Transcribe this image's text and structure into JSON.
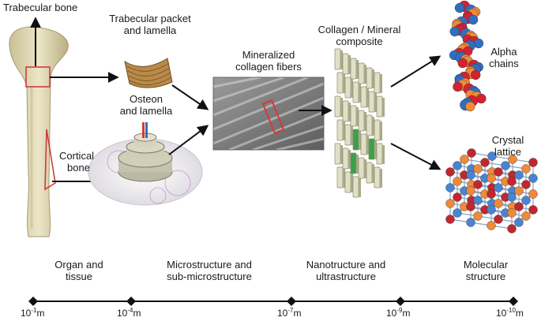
{
  "labels": {
    "trabecular_bone": "Trabecular bone",
    "trabecular_packet_l1": "Trabecular packet",
    "trabecular_packet_l2": "and lamella",
    "osteon_l1": "Osteon",
    "osteon_l2": "and lamella",
    "cortical_l1": "Cortical",
    "cortical_l2": "bone",
    "mineralized_l1": "Mineralized",
    "mineralized_l2": "collagen fibers",
    "collagen_l1": "Collagen / Mineral",
    "collagen_l2": "composite",
    "alpha_l1": "Alpha",
    "alpha_l2": "chains",
    "crystal_l1": "Crystal",
    "crystal_l2": "lattice"
  },
  "scale_levels": [
    {
      "l1": "Organ and",
      "l2": "tissue"
    },
    {
      "l1": "Microstructure and",
      "l2": "sub-microstructure"
    },
    {
      "l1": "Nanotructure and",
      "l2": "ultrastructure"
    },
    {
      "l1": "Molecular",
      "l2": "structure"
    }
  ],
  "scale_ticks": [
    {
      "base": "10",
      "exp": "-1",
      "unit": "m"
    },
    {
      "base": "10",
      "exp": "-4",
      "unit": "m"
    },
    {
      "base": "10",
      "exp": "-7",
      "unit": "m"
    },
    {
      "base": "10",
      "exp": "-9",
      "unit": "m"
    },
    {
      "base": "10",
      "exp": "-10",
      "unit": "m"
    }
  ],
  "colors": {
    "bone": "#d8cfa8",
    "highlight_box": "#d23a3a",
    "collagen": "#dfe0c6",
    "collagen_green": "#3aa14a",
    "helix_red": "#d32230",
    "helix_blue": "#2f6fc0",
    "helix_orange": "#ef8a3a",
    "lattice_red": "#c1272d",
    "lattice_blue": "#4a84d1",
    "lattice_orange": "#ef8a3a"
  }
}
